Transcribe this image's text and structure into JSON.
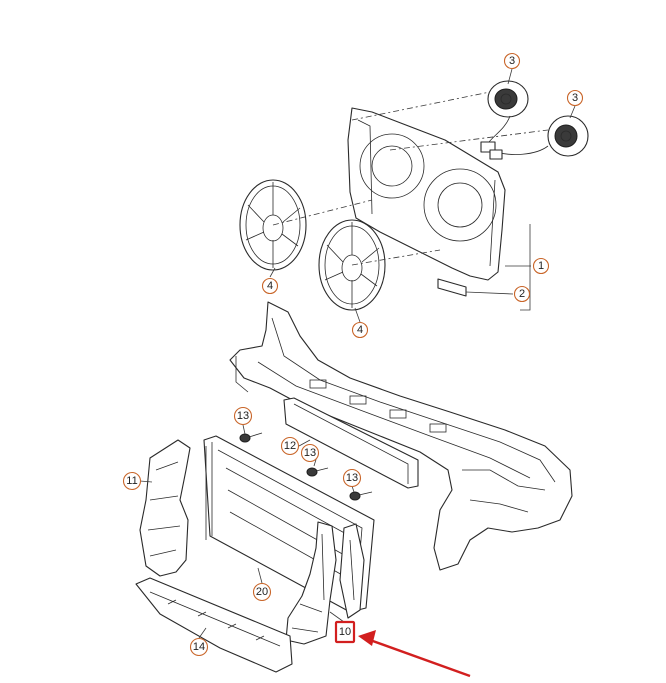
{
  "colors": {
    "callout_ring": "#c9662a",
    "highlight": "#d21f1f",
    "line": "#2a2a2a"
  },
  "callouts": [
    {
      "id": "c1",
      "label": "1"
    },
    {
      "id": "c2",
      "label": "2"
    },
    {
      "id": "c3a",
      "label": "3"
    },
    {
      "id": "c3b",
      "label": "3"
    },
    {
      "id": "c4a",
      "label": "4"
    },
    {
      "id": "c4b",
      "label": "4"
    },
    {
      "id": "c10",
      "label": "10"
    },
    {
      "id": "c11",
      "label": "11"
    },
    {
      "id": "c12",
      "label": "12"
    },
    {
      "id": "c13a",
      "label": "13"
    },
    {
      "id": "c13b",
      "label": "13"
    },
    {
      "id": "c13c",
      "label": "13"
    },
    {
      "id": "c14",
      "label": "14"
    },
    {
      "id": "c20",
      "label": "20"
    }
  ],
  "highlighted_callout": "10"
}
